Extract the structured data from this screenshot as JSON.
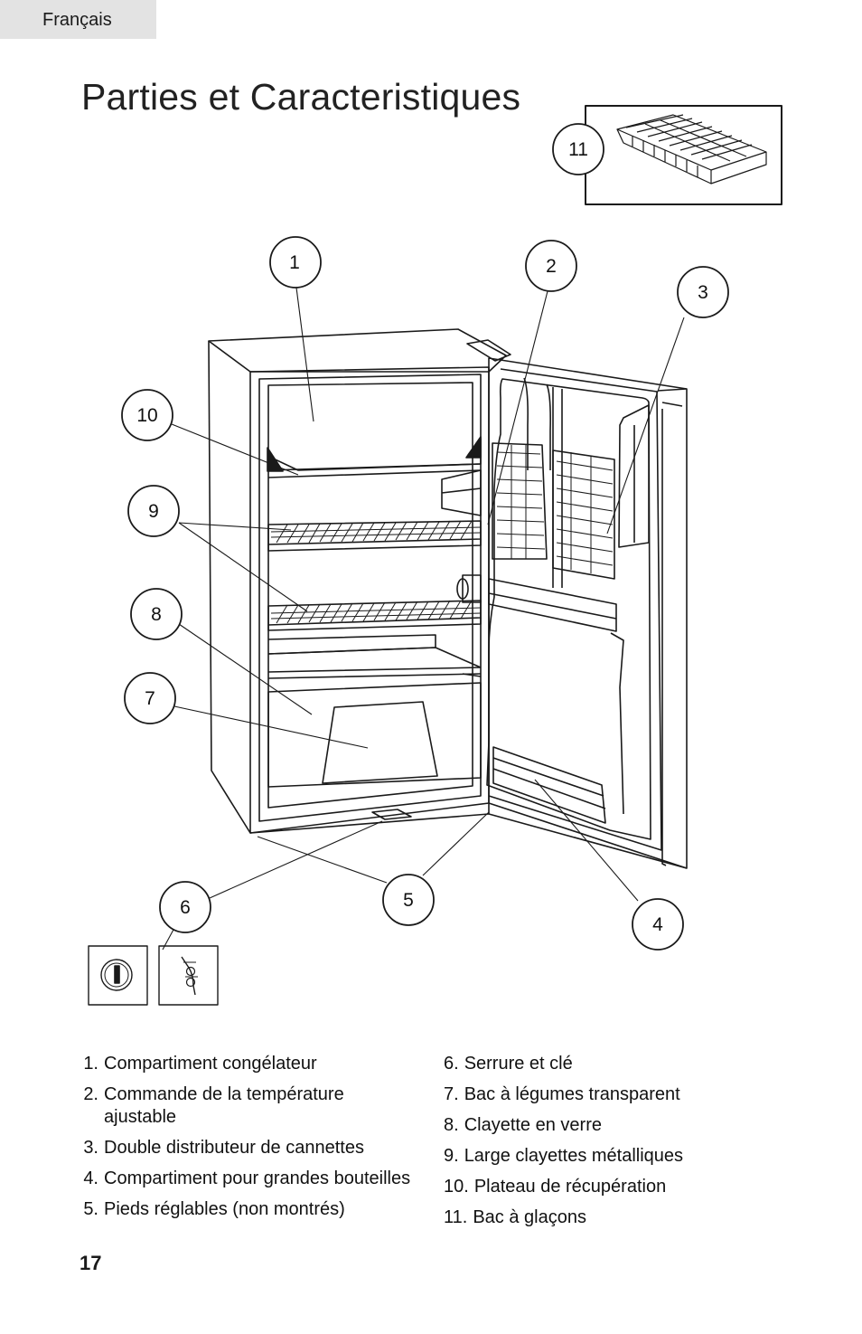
{
  "header": {
    "language_tab": "Français",
    "title": "Parties et Caracteristiques"
  },
  "callouts": [
    "1",
    "2",
    "3",
    "4",
    "5",
    "6",
    "7",
    "8",
    "9",
    "10",
    "11"
  ],
  "parts_left": [
    {
      "num": "1.",
      "label": "Compartiment congélateur"
    },
    {
      "num": "2.",
      "label": "Commande de la température ajustable"
    },
    {
      "num": "3.",
      "label": "Double distributeur de cannettes"
    },
    {
      "num": "4.",
      "label": "Compartiment pour grandes bouteilles"
    },
    {
      "num": "5.",
      "label": "Pieds réglables (non montrés)"
    }
  ],
  "parts_right": [
    {
      "num": "6.",
      "label": "Serrure et clé"
    },
    {
      "num": "7.",
      "label": "Bac à légumes transparent"
    },
    {
      "num": "8.",
      "label": "Clayette en verre"
    },
    {
      "num": "9.",
      "label": "Large clayettes métalliques"
    },
    {
      "num": "10.",
      "label": "Plateau de récupération"
    },
    {
      "num": "11.",
      "label": "Bac à glaçons"
    }
  ],
  "footer": {
    "page_number": "17"
  },
  "colors": {
    "tab_background": "#e3e3e3",
    "ink": "#1a1a1a"
  }
}
